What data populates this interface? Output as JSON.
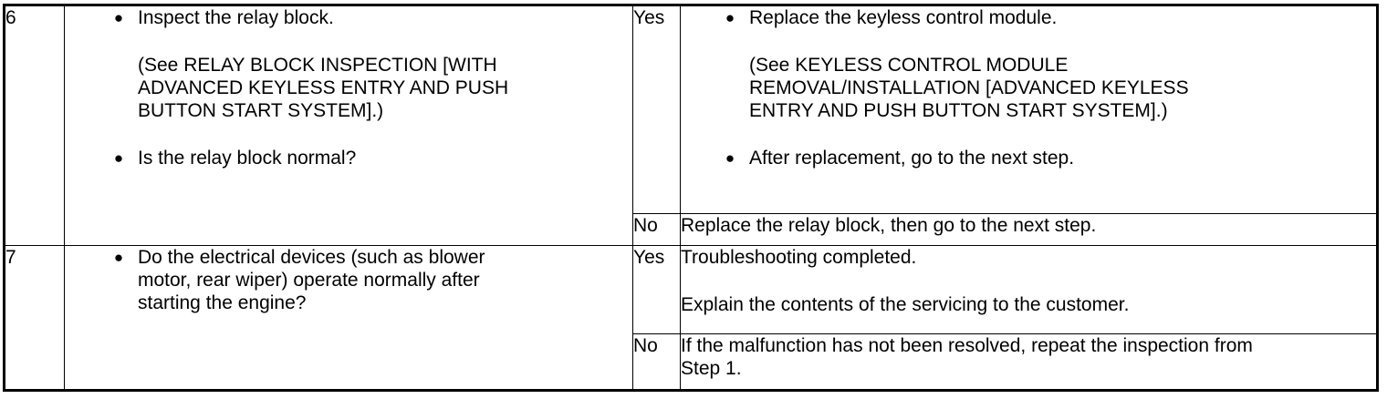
{
  "steps": [
    {
      "number": "6",
      "action": {
        "bullet1": "Inspect the relay block.",
        "reference": "(See RELAY BLOCK INSPECTION [WITH ADVANCED KEYLESS ENTRY AND PUSH BUTTON START SYSTEM].)",
        "reference_lines": [
          "(See RELAY BLOCK INSPECTION [WITH",
          "ADVANCED KEYLESS ENTRY AND PUSH",
          "BUTTON START SYSTEM].)"
        ],
        "bullet2": "Is the relay block normal?"
      },
      "yes": {
        "label": "Yes",
        "bullet1": "Replace the keyless control module.",
        "reference_lines": [
          "(See KEYLESS CONTROL MODULE",
          "REMOVAL/INSTALLATION [ADVANCED KEYLESS",
          "ENTRY AND PUSH BUTTON START SYSTEM].)"
        ],
        "bullet2": "After replacement, go to the next step."
      },
      "no": {
        "label": "No",
        "text": "Replace the relay block, then go to the next step."
      }
    },
    {
      "number": "7",
      "action": {
        "bullet1_lines": [
          "Do the electrical devices (such as blower",
          "motor, rear wiper) operate normally after",
          "starting the engine?"
        ]
      },
      "yes": {
        "label": "Yes",
        "line1": "Troubleshooting completed.",
        "line2": "Explain the contents of the servicing to the customer."
      },
      "no": {
        "label": "No",
        "text_lines": [
          "If the malfunction has not been resolved, repeat the inspection from",
          "Step 1."
        ]
      }
    }
  ],
  "icons": {
    "bullet": "bullet-icon"
  }
}
